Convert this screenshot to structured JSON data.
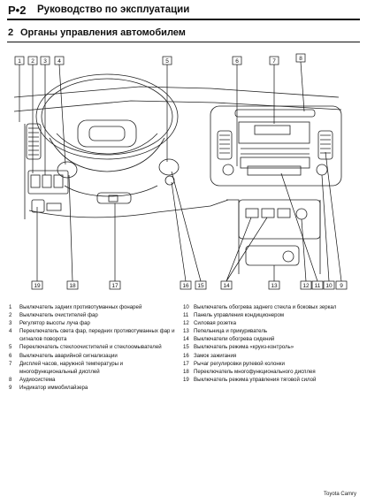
{
  "header": {
    "page_number": "P•2",
    "book_title": "Руководство по эксплуатации"
  },
  "section": {
    "number": "2",
    "title": "Органы управления автомобилем"
  },
  "callouts": [
    "1",
    "2",
    "3",
    "4",
    "5",
    "6",
    "7",
    "8",
    "19",
    "18",
    "17",
    "16",
    "15",
    "14",
    "13",
    "12",
    "11",
    "10",
    "9"
  ],
  "legend": [
    {
      "n": "1",
      "text": "Выключатель задних противотуманных фонарей"
    },
    {
      "n": "2",
      "text": "Выключатель очистителей фар"
    },
    {
      "n": "3",
      "text": "Регулятор высоты луча фар"
    },
    {
      "n": "4",
      "text": "Переключатель света фар, передних противотуманных фар и сигналов поворота"
    },
    {
      "n": "5",
      "text": "Переключатель стеклоочистителей и стеклоомывателей"
    },
    {
      "n": "6",
      "text": "Выключатель аварийной сигнализации"
    },
    {
      "n": "7",
      "text": "Дисплей часов, наружной температуры и многофункциональный дисплей"
    },
    {
      "n": "8",
      "text": "Аудиосистема"
    },
    {
      "n": "9",
      "text": "Индикатор иммобилайзера"
    },
    {
      "n": "10",
      "text": "Выключатель обогрева заднего стекла и боковых зеркал"
    },
    {
      "n": "11",
      "text": "Панель управления кондиционером"
    },
    {
      "n": "12",
      "text": "Силовая розетка"
    },
    {
      "n": "13",
      "text": "Пепельница и прикуриватель"
    },
    {
      "n": "14",
      "text": "Выключатели обогрева сидений"
    },
    {
      "n": "15",
      "text": "Выключатель режима «круиз-контроль»"
    },
    {
      "n": "16",
      "text": "Замок зажигания"
    },
    {
      "n": "17",
      "text": "Рычаг регулировки рулевой колонки"
    },
    {
      "n": "18",
      "text": "Переключатель многофункционального дисплея"
    },
    {
      "n": "19",
      "text": "Выключатель режима управления тяговой силой"
    }
  ],
  "footer": {
    "model": "Toyota Camry"
  }
}
